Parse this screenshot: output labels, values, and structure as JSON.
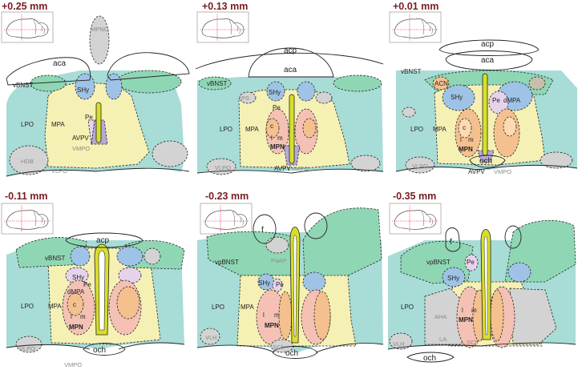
{
  "colors": {
    "title": "#7a1d22",
    "bnst_green": "#8fd7b4",
    "lpo_teal": "#a8dcd6",
    "mpa_yellow": "#f5f0b4",
    "mpn_orange": "#f4c08e",
    "mpn_pink": "#f4c1b4",
    "shy_blue": "#9fc3e6",
    "pe_lilac": "#e7d2ec",
    "avpv_purple": "#b6a9d9",
    "grey_region": "#d3d3d3",
    "ventricle_yellow": "#d8df2a"
  },
  "panels": [
    {
      "title": "+0.25 mm",
      "labels": {
        "aca": "aca",
        "vbnst": "vBNST",
        "shy": "SHy",
        "lpo": "LPO",
        "mpa": "MPA",
        "pe": "Pe",
        "avpv": "AVPV",
        "vmpo": "VMPO",
        "hdb": "HDB",
        "vlpo": "VLPO",
        "mpno": "MPNO"
      }
    },
    {
      "title": "+0.13 mm",
      "labels": {
        "acp": "acp",
        "aca": "aca",
        "vbnst": "vBNST",
        "shy": "SHy",
        "ps": "PS",
        "pe": "Pe",
        "lpo": "LPO",
        "mpa": "MPA",
        "c": "c",
        "l": "l",
        "m": "m",
        "mpn": "MPN",
        "vlpo": "VLPO",
        "avpv": "AVPV",
        "vmpo": "VMPO"
      }
    },
    {
      "title": "+0.01 mm",
      "labels": {
        "acp": "acp",
        "aca": "aca",
        "vbnst": "vBNST",
        "acn": "ACN",
        "shy": "SHy",
        "pe": "Pe",
        "dmpa": "dMPA",
        "lpo": "LPO",
        "mpa": "MPA",
        "c": "c",
        "l": "l",
        "m": "m",
        "mpn": "MPN",
        "vlpo": "VLPO",
        "och": "och",
        "avpv": "AVPV",
        "vmpo": "VMPO"
      }
    },
    {
      "title": "-0.11 mm",
      "labels": {
        "acp": "acp",
        "vbnst": "vBNST",
        "shy": "SHy",
        "pe": "Pe",
        "dmpa": "dMPA",
        "lpo": "LPO",
        "mpa": "MPA",
        "c": "c",
        "l": "l",
        "m": "m",
        "mpn": "MPN",
        "vlpo": "VLPO",
        "och": "och",
        "vmpo": "VMPO"
      }
    },
    {
      "title": "-0.23 mm",
      "labels": {
        "f": "f",
        "vpbnst": "vpBNST",
        "paap": "PaAP",
        "shy": "SHy",
        "pe": "Pe",
        "lpo": "LPO",
        "mpa": "MPA",
        "l": "l",
        "m": "m",
        "mpn": "MPN",
        "vlh": "VLH",
        "sch": "SCh",
        "och": "och"
      }
    },
    {
      "title": "-0.35 mm",
      "labels": {
        "f": "f",
        "vpbnst": "vpBNST",
        "pe": "Pe",
        "shy": "SHy",
        "lpo": "LPO",
        "aha": "AHA",
        "l": "l",
        "m": "m",
        "mpn": "MPN",
        "la": "LA",
        "vlh": "VLH",
        "sch": "SCh",
        "och": "och"
      }
    }
  ]
}
